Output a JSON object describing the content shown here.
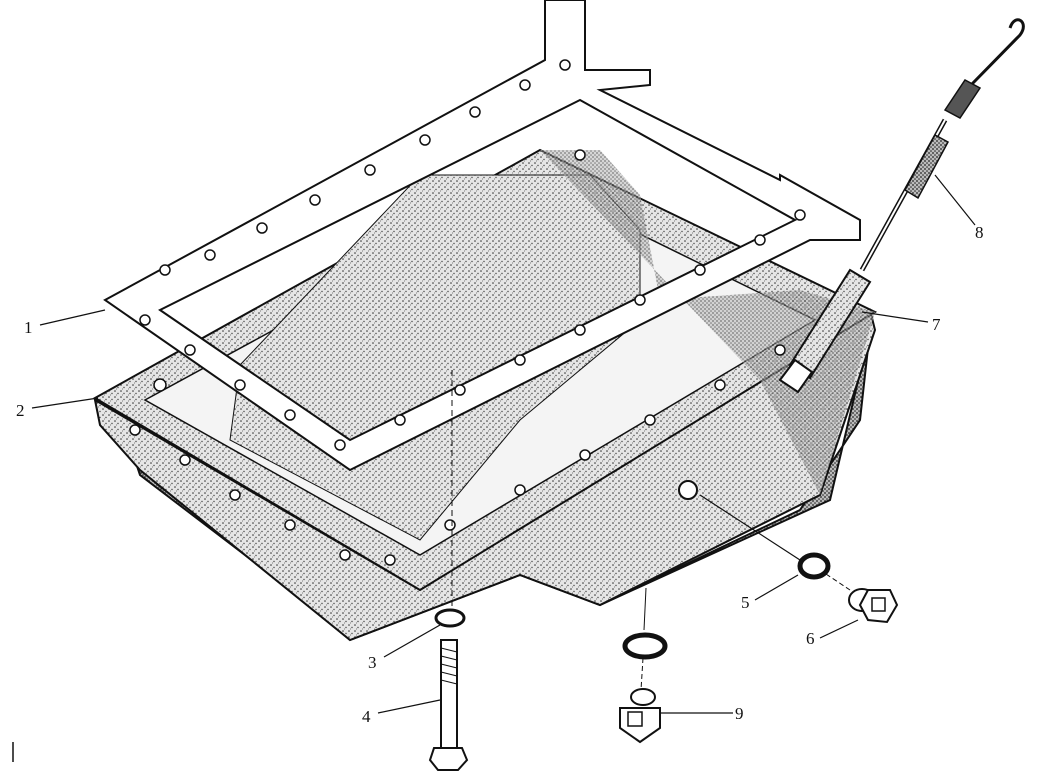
{
  "diagram": {
    "callouts": {
      "gasket": "1",
      "oil_pan": "2",
      "washer": "3",
      "bolt": "4",
      "sealing_ring": "5",
      "drain_plug_side": "6",
      "dipstick_tube": "7",
      "dipstick": "8",
      "drain_plug_bottom": "9"
    }
  }
}
